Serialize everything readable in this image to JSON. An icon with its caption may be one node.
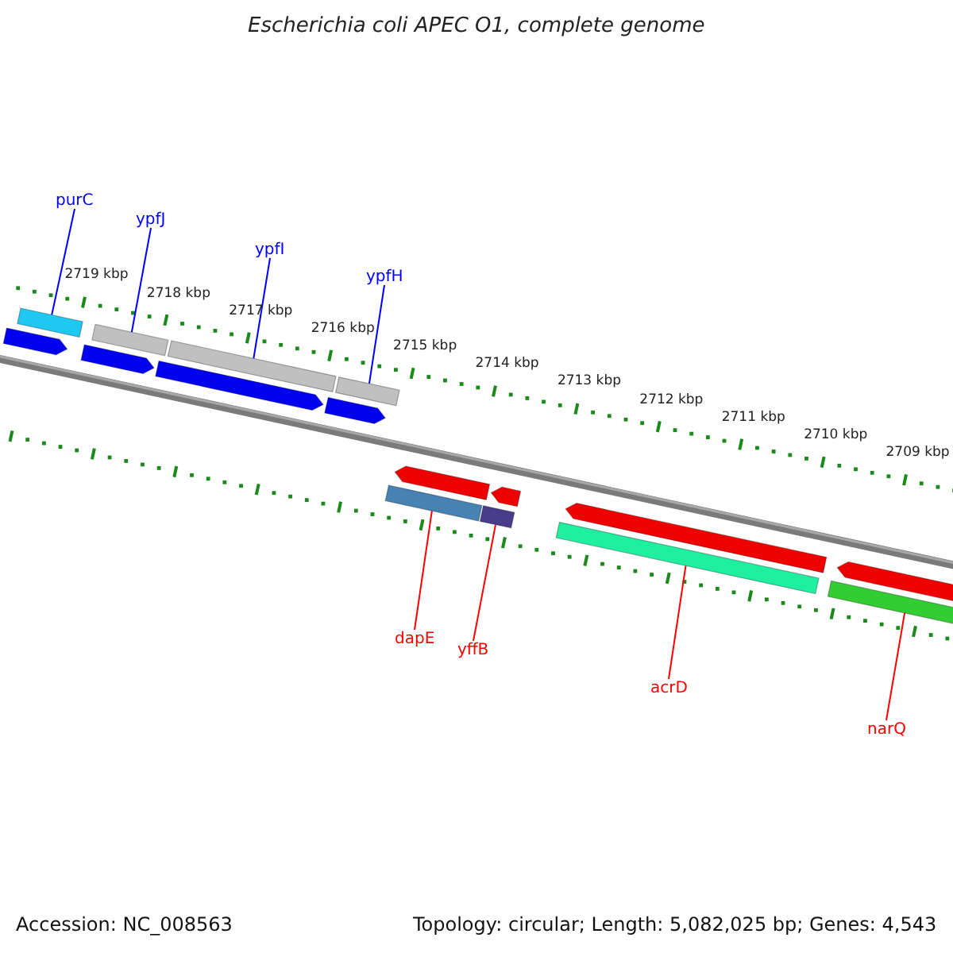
{
  "diagram": {
    "title": "Escherichia coli APEC O1, complete genome",
    "nodes": [
      {
        "text": [
          "purC"
        ]
      },
      {
        "text": [
          "ypfJ"
        ]
      },
      {
        "text": [
          "ypfI"
        ]
      },
      {
        "text": [
          "ypfH"
        ]
      },
      {
        "text": [
          "dapE"
        ]
      },
      {
        "text": [
          "yffB"
        ]
      },
      {
        "text": [
          "acrD"
        ]
      },
      {
        "text": [
          "narQ"
        ]
      },
      {
        "text": [],
        "shape": "bar"
      },
      {
        "text": [],
        "shape": "bar"
      },
      {
        "text": [],
        "shape": "bar"
      },
      {
        "text": [],
        "shape": "bar"
      },
      {
        "text": [],
        "shape": "bar"
      },
      {
        "text": [],
        "shape": "bar"
      },
      {
        "text": [],
        "shape": "bar"
      },
      {
        "text": [],
        "shape": "bar"
      },
      {
        "text": [],
        "shape": "arrow"
      },
      {
        "text": [],
        "shape": "arrow"
      },
      {
        "text": [],
        "shape": "arrow"
      },
      {
        "text": [],
        "shape": "arrow"
      },
      {
        "text": [],
        "shape": "arrow"
      },
      {
        "text": [],
        "shape": "arrow"
      },
      {
        "text": [],
        "shape": "arrow"
      },
      {
        "text": [],
        "shape": "arrow"
      }
    ],
    "edges": [
      {
        "from": 0,
        "to": 8,
        "arrow": "none",
        "color": "#0000ff"
      },
      {
        "from": 1,
        "to": 9,
        "arrow": "none",
        "color": "#0000ff"
      },
      {
        "from": 2,
        "to": 10,
        "arrow": "none",
        "color": "#0000ff"
      },
      {
        "from": 3,
        "to": 11,
        "arrow": "none",
        "color": "#0000ff"
      },
      {
        "from": 4,
        "to": 12,
        "arrow": "none",
        "color": "#ff0000"
      },
      {
        "from": 5,
        "to": 13,
        "arrow": "none",
        "color": "#ff0000"
      },
      {
        "from": 6,
        "to": 14,
        "arrow": "none",
        "color": "#ff0000"
      },
      {
        "from": 7,
        "to": 15,
        "arrow": "none",
        "color": "#ff0000"
      }
    ],
    "labels": [
      "2719 kbp",
      "2718 kbp",
      "2717 kbp",
      "2716 kbp",
      "2715 kbp",
      "2714 kbp",
      "2713 kbp",
      "2712 kbp",
      "2711 kbp",
      "2710 kbp",
      "2709 kbp",
      "Accession: NC_008563",
      "Topology: circular; Length: 5,082,025 bp; Genes: 4,543"
    ]
  }
}
